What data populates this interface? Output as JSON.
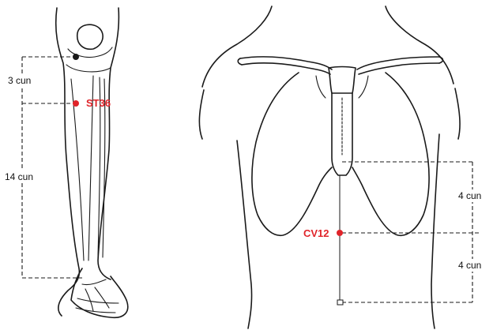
{
  "points": {
    "st36": {
      "label": "ST36"
    },
    "cv12": {
      "label": "CV12"
    },
    "color": "#e0242a"
  },
  "measures": {
    "leg_upper": "3 cun",
    "leg_lower": "14 cun",
    "torso_upper": "4 cun",
    "torso_lower": "4 cun"
  },
  "illustrations": {
    "left": "leg-anatomy",
    "right": "torso-ribcage"
  }
}
